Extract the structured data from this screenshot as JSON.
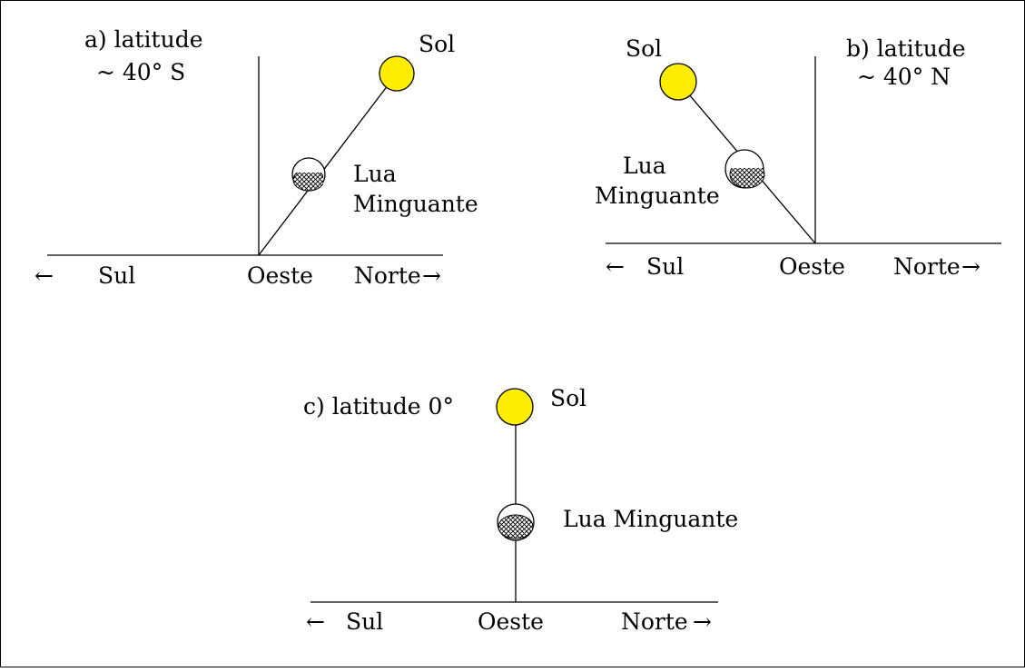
{
  "colors": {
    "sun": "#ffee00",
    "moon_lit": "#ffffff",
    "moon_dark_hatch": "#000000",
    "line": "#000000"
  },
  "panel_a": {
    "title_line1": "a) latitude",
    "title_line2": "~ 40° S",
    "sun_label": "Sol",
    "moon_label_line1": "Lua",
    "moon_label_line2": "Minguante",
    "south_label": "Sul",
    "south_arrow": "←",
    "west_label": "Oeste",
    "north_label": "Norte",
    "north_arrow": "→"
  },
  "panel_b": {
    "title_line1": "b) latitude",
    "title_line2": "~ 40° N",
    "sun_label": "Sol",
    "moon_label_line1": "Lua",
    "moon_label_line2": "Minguante",
    "south_label": "Sul",
    "south_arrow": "←",
    "west_label": "Oeste",
    "north_label": "Norte",
    "north_arrow": "→"
  },
  "panel_c": {
    "title": "c) latitude 0°",
    "sun_label": "Sol",
    "moon_label": "Lua Minguante",
    "south_label": "Sul",
    "south_arrow": "←",
    "west_label": "Oeste",
    "north_label": "Norte",
    "north_arrow": "→"
  },
  "icons": {
    "sun": "sun-icon",
    "moon": "waning-moon-icon"
  }
}
